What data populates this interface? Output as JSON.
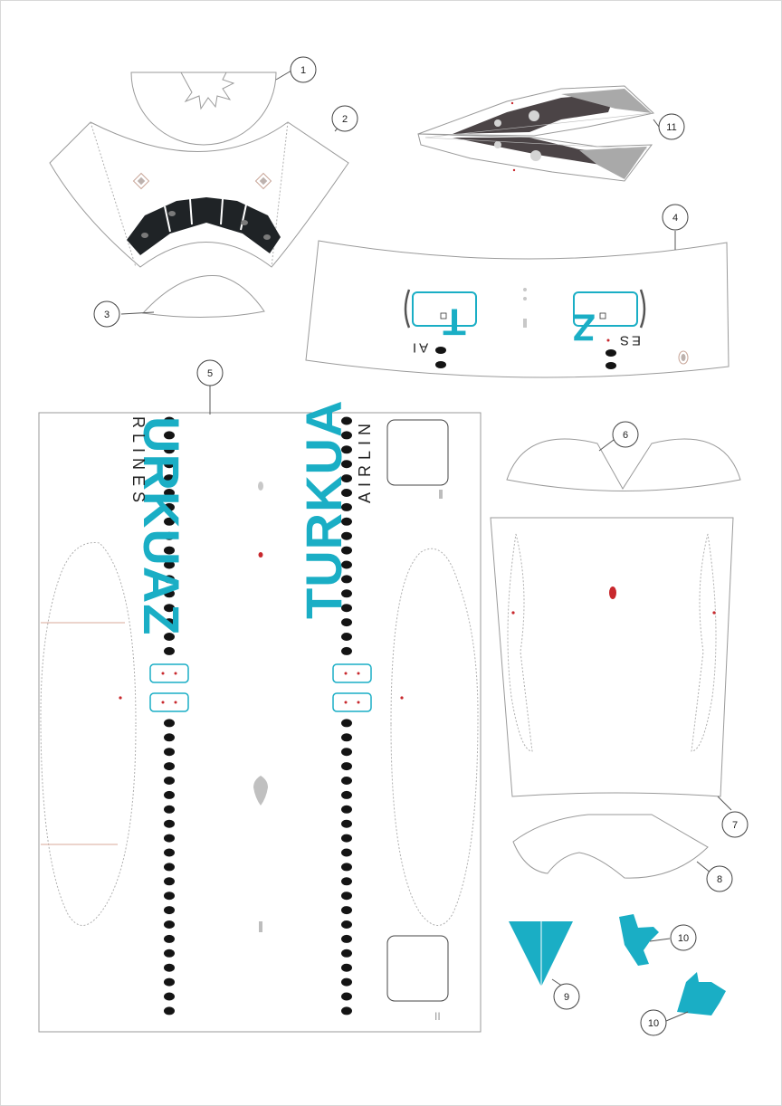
{
  "colors": {
    "teal": "#1aaec5",
    "cockpit_dark": "#1f2326",
    "window_black": "#141414",
    "red_dot": "#c8282d",
    "grey_marking": "#b5b5b5",
    "outline": "#9a9a9a",
    "wing_dark": "#4b4446",
    "wing_grey": "#a9a9a9"
  },
  "parts": [
    {
      "number": "1"
    },
    {
      "number": "2"
    },
    {
      "number": "3"
    },
    {
      "number": "4"
    },
    {
      "number": "5"
    },
    {
      "number": "6"
    },
    {
      "number": "7"
    },
    {
      "number": "8"
    },
    {
      "number": "9"
    },
    {
      "number": "10"
    },
    {
      "number": "10"
    },
    {
      "number": "11"
    }
  ],
  "livery": {
    "fuselage_left_word": "URKUAZ",
    "fuselage_left_sub": "RLINES",
    "fuselage_right_word": "TURKUA",
    "fuselage_right_sub": "AIRLIN",
    "nose_left_word": "T",
    "nose_left_sub": "AI",
    "nose_right_word": "Z",
    "nose_right_sub": "ES",
    "stripe_marking": "II"
  }
}
